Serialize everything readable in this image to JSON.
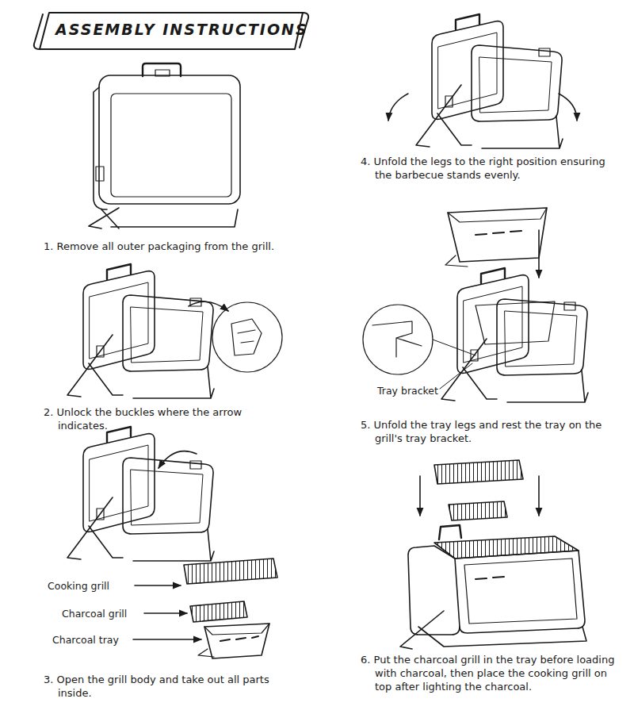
{
  "diagram": {
    "title": "ASSEMBLY INSTRUCTIONS",
    "labels": [
      "1. Remove all outer packaging from the grill.",
      "2. Unlock the buckles where the arrow indicates.",
      "Cooking grill",
      "Charcoal grill",
      "Charcoal tray",
      "3. Open the grill body and take out all parts inside.",
      "4. Unfold the legs to the right position ensuring the barbecue stands evenly.",
      "Tray bracket",
      "5. Unfold the tray legs and rest the tray on the grill's tray bracket.",
      "6. Put the charcoal grill in the tray before loading with charcoal, then place the cooking grill on top after lighting the charcoal."
    ]
  }
}
